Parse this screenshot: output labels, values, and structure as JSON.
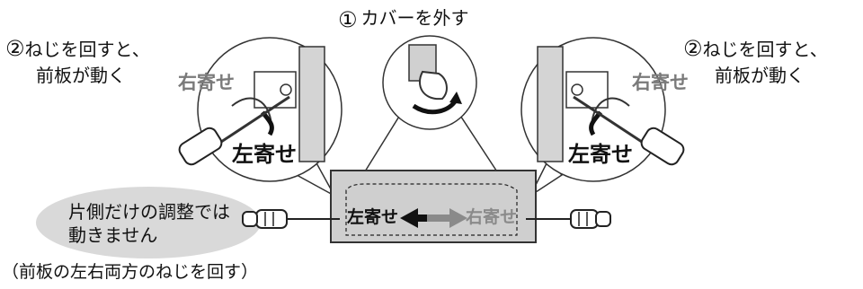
{
  "step1": {
    "number": "①",
    "label": "カバーを外す"
  },
  "step2_left": {
    "number": "②",
    "line1": "ねじを回すと、",
    "line2": "前板が動く"
  },
  "step2_right": {
    "number": "②",
    "line1": "ねじを回すと、",
    "line2": "前板が動く"
  },
  "left_detail": {
    "right_shift": "右寄せ",
    "left_shift": "左寄せ"
  },
  "right_detail": {
    "right_shift": "右寄せ",
    "left_shift": "左寄せ"
  },
  "panel": {
    "left_shift": "左寄せ",
    "right_shift": "右寄せ"
  },
  "note_bubble": {
    "line1": "片側だけの調整では",
    "line2": "動きません"
  },
  "footer_note": "（前板の左右両方のねじを回す）"
}
